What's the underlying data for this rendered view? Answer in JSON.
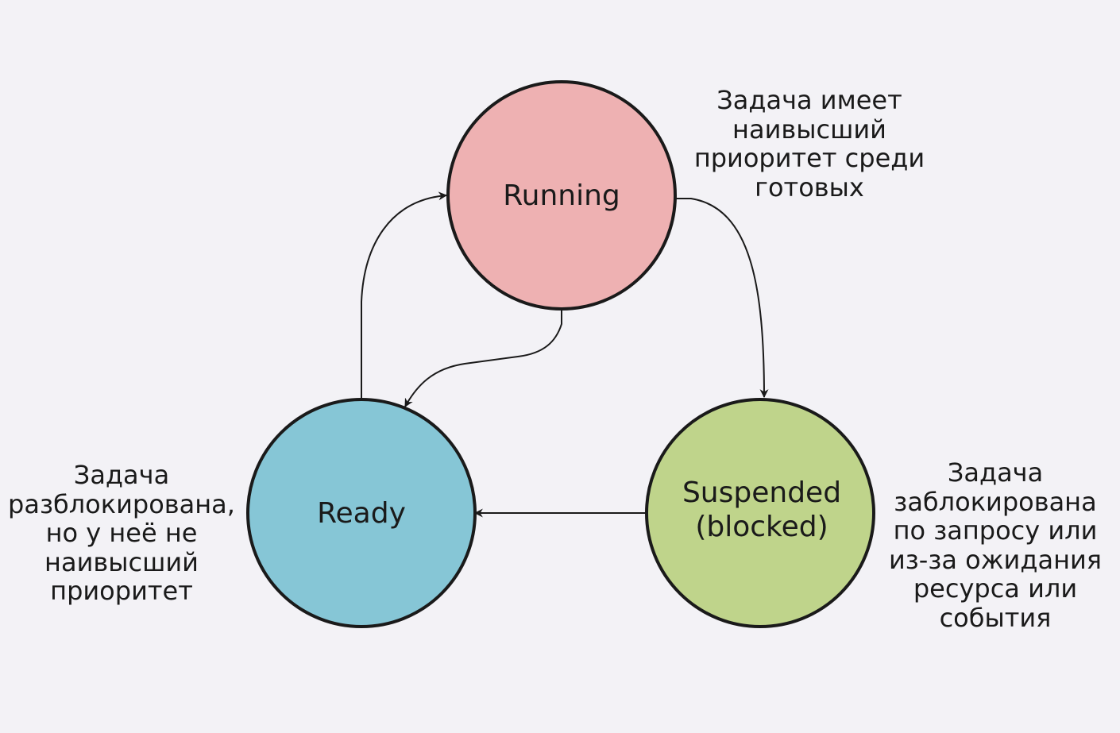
{
  "states": {
    "running": {
      "label": "Running",
      "color": "#eeb1b2"
    },
    "ready": {
      "label": "Ready",
      "color": "#86c6d6"
    },
    "suspended": {
      "label_lines": [
        "Suspended",
        "(blocked)"
      ],
      "color": "#bfd48b"
    }
  },
  "notes": {
    "running": [
      "Задача имеет",
      "наивысший",
      "приоритет среди",
      "готовых"
    ],
    "ready": [
      "Задача",
      "разблокирована,",
      "но у неё не",
      "наивысший",
      "приоритет"
    ],
    "suspended": [
      "Задача",
      "заблокирована",
      "по запросу или",
      "из-за ожидания",
      "ресурса или",
      "события"
    ]
  },
  "transitions": [
    {
      "from": "ready",
      "to": "running"
    },
    {
      "from": "running",
      "to": "ready"
    },
    {
      "from": "running",
      "to": "suspended"
    },
    {
      "from": "suspended",
      "to": "ready"
    }
  ],
  "colors": {
    "background": "#f3f2f6",
    "stroke": "#1a1a1a"
  }
}
